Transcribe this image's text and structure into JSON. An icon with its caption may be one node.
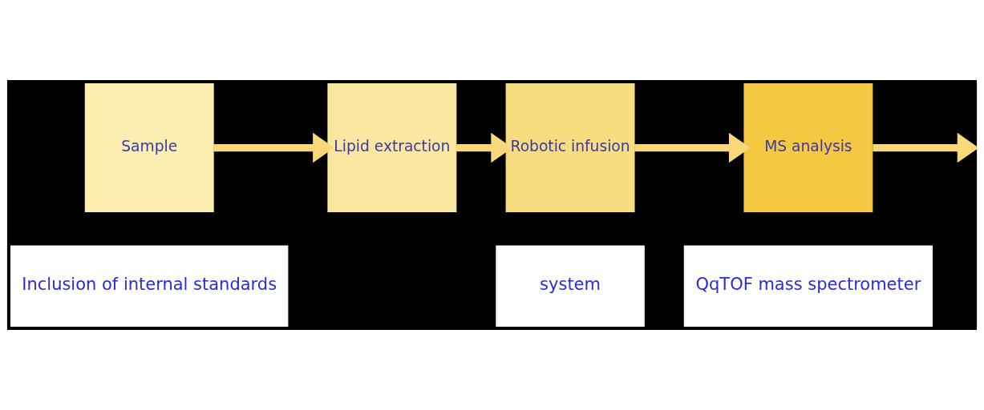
{
  "diagram": {
    "nodes": [
      {
        "text": [
          "Sample"
        ]
      },
      {
        "text": [
          "Lipid extraction"
        ]
      },
      {
        "text": [
          "Robotic infusion"
        ]
      },
      {
        "text": [
          "MS analysis"
        ]
      },
      {
        "text": [
          "Inclusion of internal standards"
        ]
      },
      {
        "text": [
          "system"
        ]
      },
      {
        "text": [
          "QqTOF mass spectrometer"
        ]
      }
    ],
    "edges": [
      {
        "from": 0,
        "to": 1,
        "arrow": "to"
      },
      {
        "from": 1,
        "to": 2,
        "arrow": "to"
      },
      {
        "from": 2,
        "to": 3,
        "arrow": "to"
      },
      {
        "from": 3,
        "to": null,
        "arrow": "to"
      }
    ]
  }
}
